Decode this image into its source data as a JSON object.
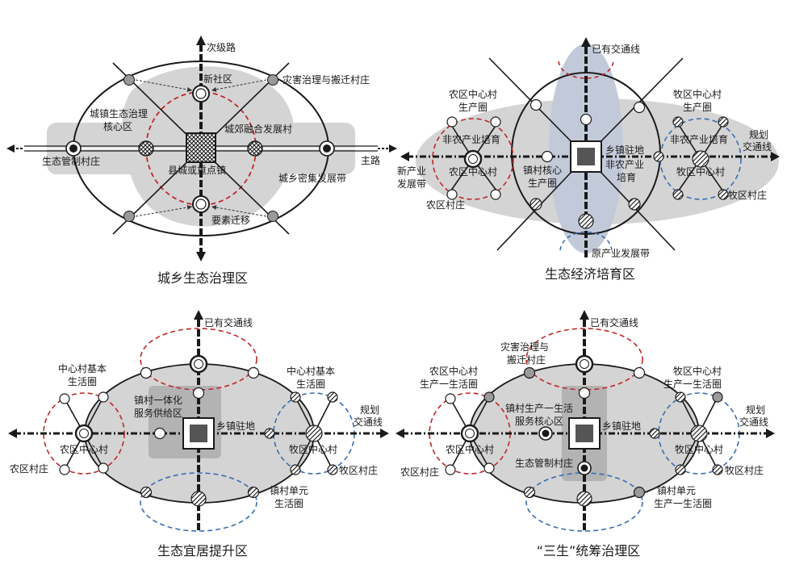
{
  "panels": [
    {
      "caption": "城乡生态治理区",
      "labels": {
        "road": "次级路",
        "newcom": "新社区",
        "disaster": "灾害治理与搬迁村庄",
        "ecoCore1": "城镇生态治理",
        "ecoCore2": "核心区",
        "suburb": "城郊融合发展村",
        "eco": "生态管制村庄",
        "main": "主路",
        "county": "县城或重点镇",
        "belt": "城乡密集发展带",
        "element": "要素迁移"
      }
    },
    {
      "caption": "生态经济培育区",
      "labels": {
        "existing": "已有交通线",
        "farmHub1": "农区中心村",
        "farmHub2": "生产圈",
        "pastHub1": "牧区中心村",
        "pastHub2": "生产圈",
        "nonFarmL": "非农产业培育",
        "nonFarmR": "非农产业培育",
        "plan1": "规划",
        "plan2": "交通线",
        "newInd1": "新产业",
        "newInd2": "发展带",
        "farmCenter": "农区中心村",
        "townCore1": "镇村核心",
        "townCore2": "生产圈",
        "seat": "乡镇驻地",
        "nonFarmC1": "非农产业",
        "nonFarmC2": "培育",
        "pastCenter": "牧区中心村",
        "farmVillage": "农区村庄",
        "pastVillage": "牧区村庄",
        "orig": "原产业发展带"
      }
    },
    {
      "caption": "生态宜居提升区",
      "labels": {
        "existing": "已有交通线",
        "hubL1": "中心村基本",
        "hubL2": "生活圈",
        "hubR1": "中心村基本",
        "hubR2": "生活圈",
        "plan1": "规划",
        "plan2": "交通线",
        "svc1": "镇村一体化",
        "svc2": "服务供给区",
        "seat": "乡镇驻地",
        "farmCenter": "农区中心村",
        "pastCenter": "牧区中心村",
        "farmVillage": "农区村庄",
        "pastVillage": "牧区村庄",
        "unit1": "镇村单元",
        "unit2": "生活圈"
      }
    },
    {
      "caption": "“三生”统筹治理区",
      "labels": {
        "existing": "已有交通线",
        "disaster1": "灾害治理与",
        "disaster2": "搬迁村庄",
        "farmHub1": "农区中心村",
        "farmHub2": "生产一生活圈",
        "pastHub1": "牧区中心村",
        "pastHub2": "生产一生活圈",
        "plan1": "规划",
        "plan2": "交通线",
        "core1": "镇村生产一生活",
        "core2": "服务核心区",
        "seat": "乡镇驻地",
        "farmCenter": "农区中心村",
        "pastCenter": "牧区中心村",
        "eco": "生态管制村庄",
        "farmVillage": "农区村庄",
        "pastVillage": "牧区村庄",
        "unit1": "镇村单元",
        "unit2": "生产一生活圈"
      }
    }
  ],
  "colors": {
    "red_ring": "#c0282d",
    "blue_ring": "#3b6db3",
    "gray_zone": "#d4d4d4",
    "blue_band": "#c2cad9",
    "dark": "#1a1a1a"
  }
}
